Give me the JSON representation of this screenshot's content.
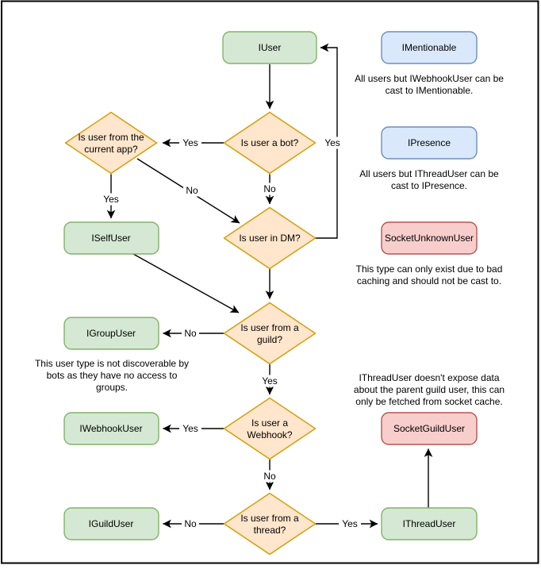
{
  "diagram": {
    "colors": {
      "interface_fill": "#d5e8d4",
      "interface_stroke": "#82b366",
      "castable_fill": "#dae8fc",
      "castable_stroke": "#6c8ebf",
      "socket_fill": "#f8cecc",
      "socket_stroke": "#b85450",
      "decision_fill": "#ffe6cc",
      "decision_stroke": "#d79b00",
      "edge_color": "#000000",
      "border_color": "#000000"
    },
    "nodes": {
      "iuser": "IUser",
      "imentionable": "IMentionable",
      "ipresence": "IPresence",
      "socketunknownuser": "SocketUnknownUser",
      "iselfuser": "ISelfUser",
      "igroupuser": "IGroupUser",
      "iwebhookuser": "IWebhookUser",
      "iguilduser": "IGuildUser",
      "socketguilduser": "SocketGuildUser",
      "ithreaduser": "IThreadUser"
    },
    "decisions": {
      "bot": [
        "Is user a bot?"
      ],
      "current_app": [
        "Is user from the",
        "current app?"
      ],
      "dm": [
        "Is user in DM?"
      ],
      "guild": [
        "Is user from a",
        "guild?"
      ],
      "webhook": [
        "Is user a",
        "Webhook?"
      ],
      "thread": [
        "Is user from a",
        "thread?"
      ]
    },
    "labels": {
      "yes": "Yes",
      "no": "No"
    },
    "notes": {
      "mentionable": [
        "All users but IWebhookUser can be",
        "cast to IMentionable."
      ],
      "presence": [
        "All users but IThreadUser can be",
        "cast to IPresence."
      ],
      "unknown": [
        "This type can only exist due to bad",
        "caching and should not be cast to."
      ],
      "group": [
        "This user type is not discoverable by",
        "bots as they have no access to",
        "groups."
      ],
      "thread": [
        "IThreadUser doesn't expose data",
        "about the parent guild user, this can",
        "only be fetched from socket cache."
      ]
    }
  }
}
